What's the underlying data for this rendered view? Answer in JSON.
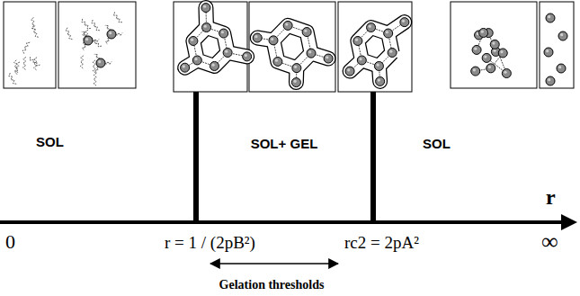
{
  "diagram": {
    "labels": [
      "SOL",
      "SOL+ GEL",
      "SOL",
      "r",
      "0",
      "r = 1 / (2pB²)",
      "rc2 = 2pA²",
      "∞",
      "Gelation thresholds"
    ]
  }
}
